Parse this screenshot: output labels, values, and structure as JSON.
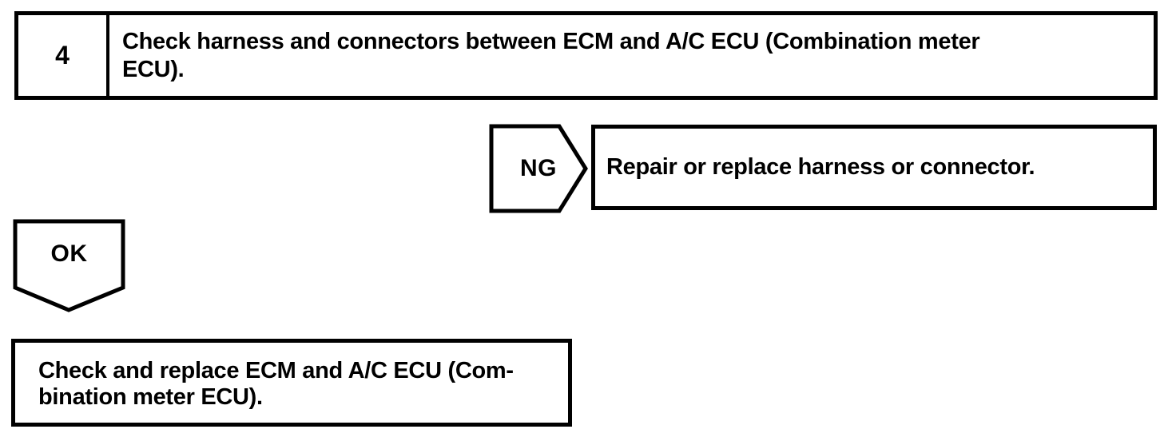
{
  "colors": {
    "ink": "#000000",
    "background": "#ffffff"
  },
  "flowchart": {
    "step": {
      "number": "4",
      "lines": [
        "Check harness and connectors between ECM and A/C ECU (Combination meter",
        "ECU)."
      ]
    },
    "ng_branch": {
      "label": "NG",
      "action": "Repair or replace harness or connector."
    },
    "ok_branch": {
      "label": "OK"
    },
    "result": {
      "lines": [
        "Check and replace ECM and A/C ECU (Com-",
        "bination meter ECU)."
      ]
    }
  }
}
